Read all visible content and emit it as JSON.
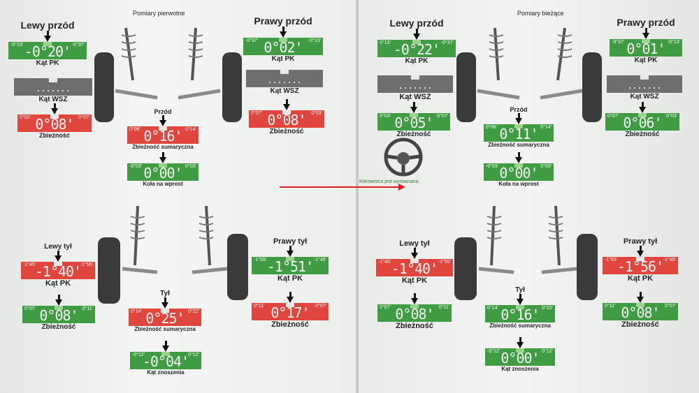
{
  "left_sheet": {
    "title": "Pomiary pierwotne",
    "blocks": {
      "lp_kat_pk": {
        "label": "Lewy przód",
        "min": "-0°13'",
        "max": "-0°37'",
        "value": "-0°20'",
        "caption": "Kąt PK",
        "color": "green"
      },
      "lp_kat_wsz": {
        "value": "",
        "caption": "Kąt WSZ",
        "color": "grey"
      },
      "lp_zbieznosc": {
        "min": "0°02'",
        "max": "0°07'",
        "value": "0°08'",
        "caption": "Zbieżność",
        "color": "red"
      },
      "pp_kat_pk": {
        "label": "Prawy przód",
        "min": "-0°37'",
        "max": "-0°13'",
        "value": "0°02'",
        "caption": "Kąt PK",
        "color": "green"
      },
      "pp_kat_wsz": {
        "value": "",
        "caption": "Kąt WSZ",
        "color": "grey"
      },
      "pp_zbieznosc": {
        "min": "0°07'",
        "max": "0°03'",
        "value": "0°08'",
        "caption": "Zbieżność",
        "color": "red"
      },
      "przod_sum": {
        "label": "Przód",
        "min": "0°06'",
        "max": "0°14'",
        "value": "0°16'",
        "caption": "Zbieżność sumaryczna",
        "color": "red"
      },
      "kola_wprost": {
        "min": "-0°03'",
        "max": "0°03'",
        "value": "0°00'",
        "caption": "Koła na wprost",
        "color": "green"
      },
      "lt_kat_pk": {
        "label": "Lewy tył",
        "min": "-1°45'",
        "max": "-1°55'",
        "value": "-1°40'",
        "caption": "Kąt PK",
        "color": "red"
      },
      "lt_zbieznosc": {
        "min": "0°07'",
        "max": "0°11'",
        "value": "0°08'",
        "caption": "Zbieżność",
        "color": "green"
      },
      "pt_kat_pk": {
        "label": "Prawy tył",
        "min": "-1°55'",
        "max": "-1°45'",
        "value": "-1°51'",
        "caption": "Kąt PK",
        "color": "green"
      },
      "pt_zbieznosc": {
        "min": "0°11'",
        "max": "0°07'",
        "value": "0°17'",
        "caption": "Zbieżność",
        "color": "red"
      },
      "tyl_sum": {
        "label": "Tył",
        "min": "0°14'",
        "max": "0°22'",
        "value": "0°25'",
        "caption": "Zbieżność sumaryczna",
        "color": "red"
      },
      "kat_znoszenia": {
        "min": "-0°12'",
        "max": "0°12'",
        "value": "-0°04'",
        "caption": "Kąt znoszenia",
        "color": "green"
      }
    }
  },
  "right_sheet": {
    "title": "Pomiary bieżące",
    "steering_text": "Kierownica jest wyrównana.",
    "blocks": {
      "lp_kat_pk": {
        "label": "Lewy przód",
        "min": "0°13'",
        "max": "-0°37'",
        "value": "-0°22'",
        "caption": "Kąt PK",
        "color": "green"
      },
      "lp_kat_wsz": {
        "value": "",
        "caption": "Kąt WSZ",
        "color": "grey"
      },
      "lp_zbieznosc": {
        "min": "0°03'",
        "max": "0°07'",
        "value": "0°05'",
        "caption": "Zbieżność",
        "color": "green"
      },
      "pp_kat_pk": {
        "label": "Prawy przód",
        "min": "-0°37'",
        "max": "-0°13'",
        "value": "0°01'",
        "caption": "Kąt PK",
        "color": "green"
      },
      "pp_kat_wsz": {
        "value": "",
        "caption": "Kąt WSZ",
        "color": "grey"
      },
      "pp_zbieznosc": {
        "min": "0°07'",
        "max": "0°03'",
        "value": "0°06'",
        "caption": "Zbieżność",
        "color": "green"
      },
      "przod_sum": {
        "label": "Przód",
        "min": "0°06'",
        "max": "0°14'",
        "value": "0°11'",
        "caption": "Zbieżność sumaryczna",
        "color": "green"
      },
      "kola_wprost": {
        "min": "-0°03'",
        "max": "0°03'",
        "value": "0°00'",
        "caption": "Koła na wprost",
        "color": "green"
      },
      "lt_kat_pk": {
        "label": "Lewy tył",
        "min": "-1°45'",
        "max": "-1°55'",
        "value": "-1°40'",
        "caption": "Kąt PK",
        "color": "red"
      },
      "lt_zbieznosc": {
        "min": "0°07'",
        "max": "0°11'",
        "value": "0°08'",
        "caption": "Zbieżność",
        "color": "green"
      },
      "pt_kat_pk": {
        "label": "Prawy tył",
        "min": "-1°55'",
        "max": "-1°45'",
        "value": "-1°56'",
        "caption": "Kąt PK",
        "color": "red"
      },
      "pt_zbieznosc": {
        "min": "0°11'",
        "max": "0°07'",
        "value": "0°08'",
        "caption": "Zbieżność",
        "color": "green"
      },
      "tyl_sum": {
        "label": "Tył",
        "min": "0°14'",
        "max": "0°22'",
        "value": "0°16'",
        "caption": "Zbieżność sumaryczna",
        "color": "green"
      },
      "kat_znoszenia": {
        "min": "-0°12'",
        "max": "0°12'",
        "value": "0°00'",
        "caption": "Kąt znoszenia",
        "color": "green"
      }
    }
  },
  "colors": {
    "ok": "#3f9c43",
    "bad": "#e0463d",
    "neutral": "#6e6e6e",
    "arrow": "#e02020"
  }
}
